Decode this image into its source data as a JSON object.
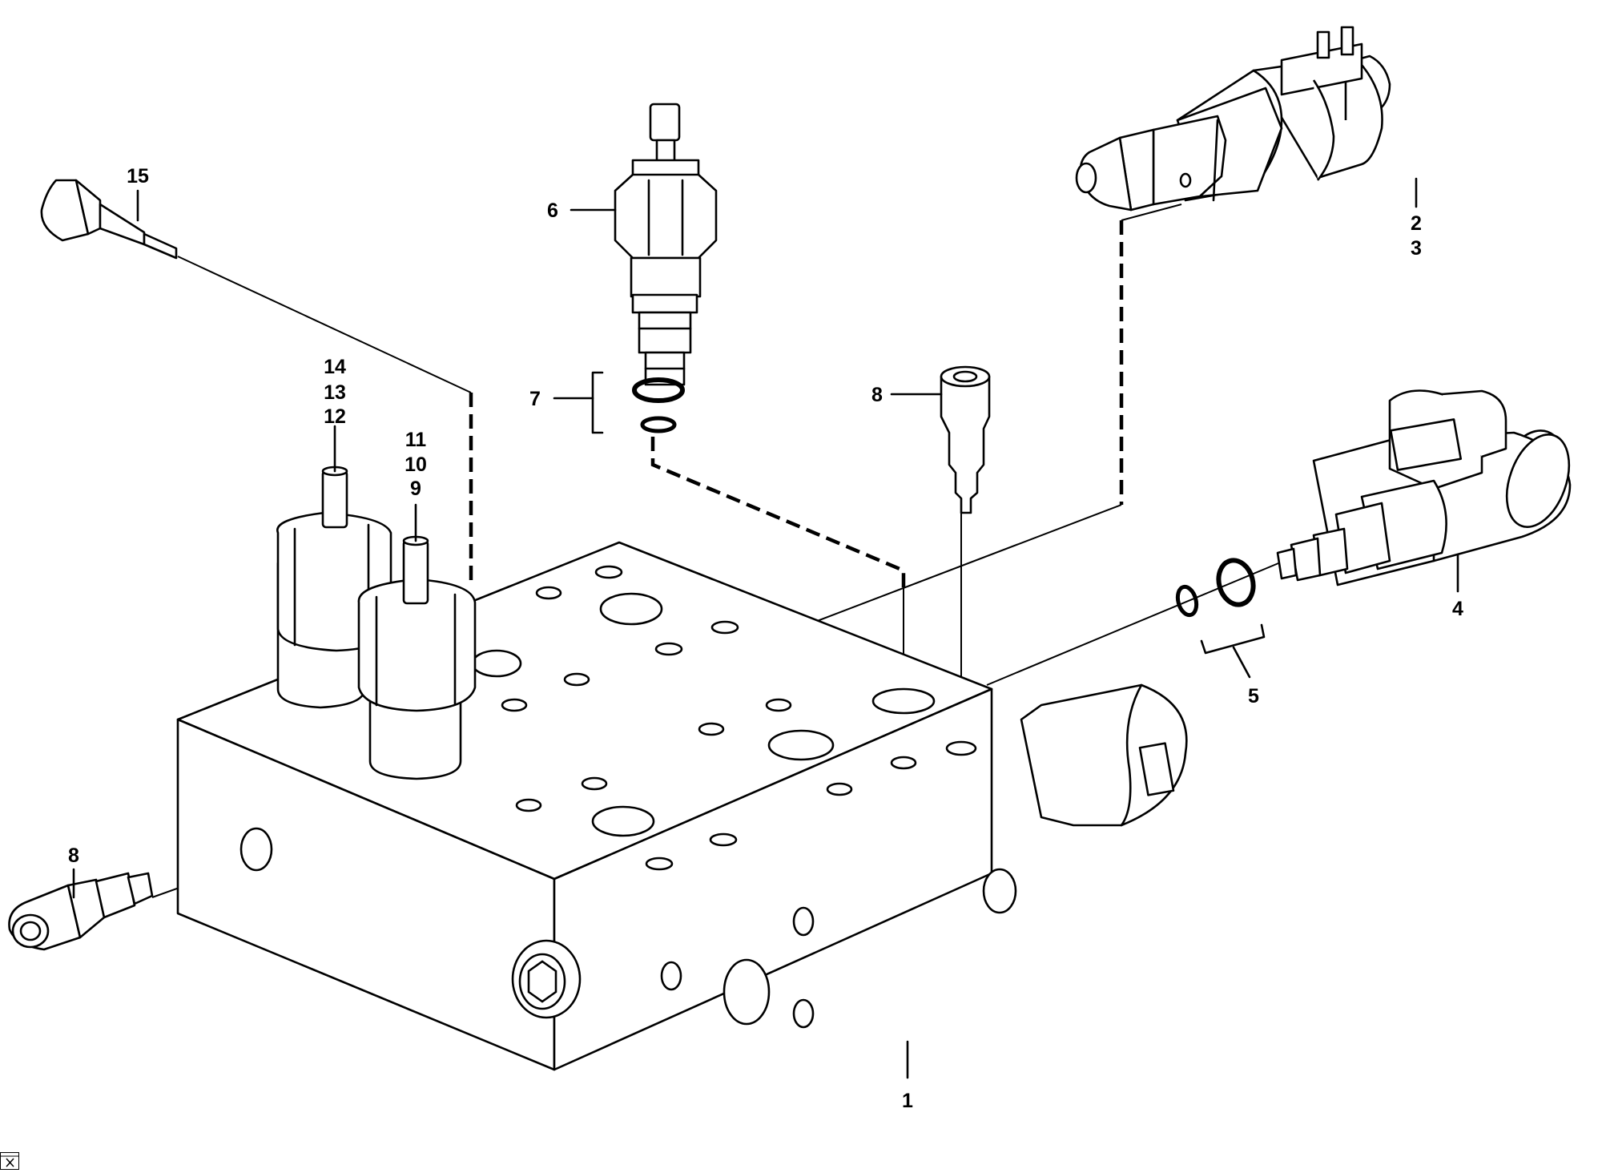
{
  "labels": {
    "l1": "1",
    "l2": "2",
    "l3": "3",
    "l4": "4",
    "l5": "5",
    "l6": "6",
    "l7": "7",
    "l8a": "8",
    "l8b": "8",
    "l9": "9",
    "l10": "10",
    "l11": "11",
    "l12": "12",
    "l13": "13",
    "l14": "14",
    "l15": "15"
  },
  "icons": {
    "corner": "broken-image-icon"
  },
  "colors": {
    "line": "#000000",
    "background": "#ffffff"
  }
}
